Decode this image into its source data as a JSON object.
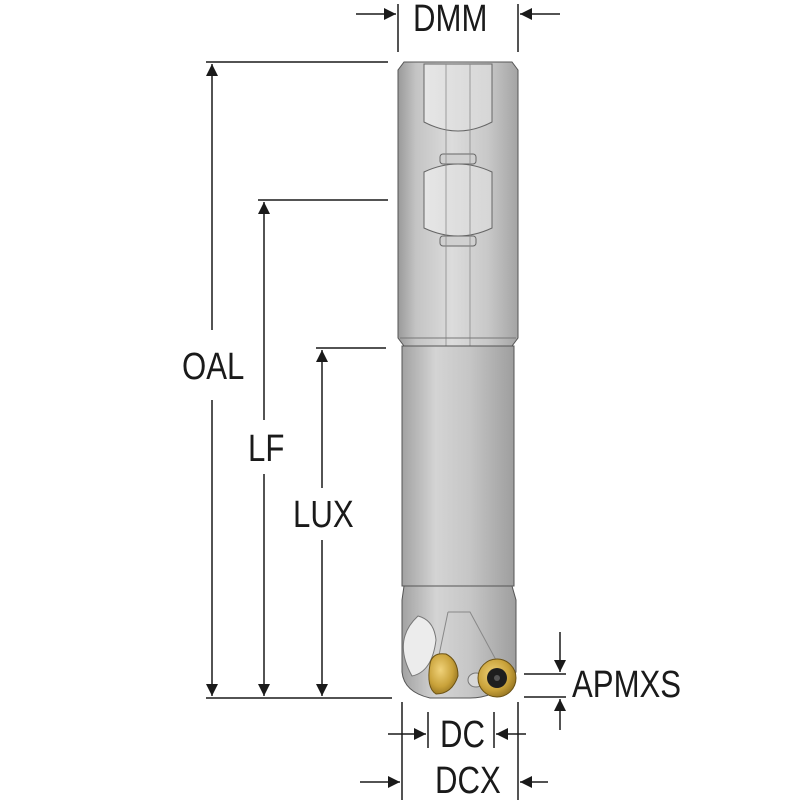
{
  "diagram": {
    "type": "indexable-milling-cutter-dimension-drawing",
    "dimensions": {
      "dmm": "DMM",
      "oal": "OAL",
      "lf": "LF",
      "lux": "LUX",
      "apmxs": "APMXS",
      "dc": "DC",
      "dcx": "DCX"
    },
    "colors": {
      "line": "#1a1a1a",
      "tool_body": "#b8b8b8",
      "tool_highlight": "#e4e4e4",
      "insert_gold": "#c9a23a",
      "screw": "#1e1e1e"
    }
  }
}
